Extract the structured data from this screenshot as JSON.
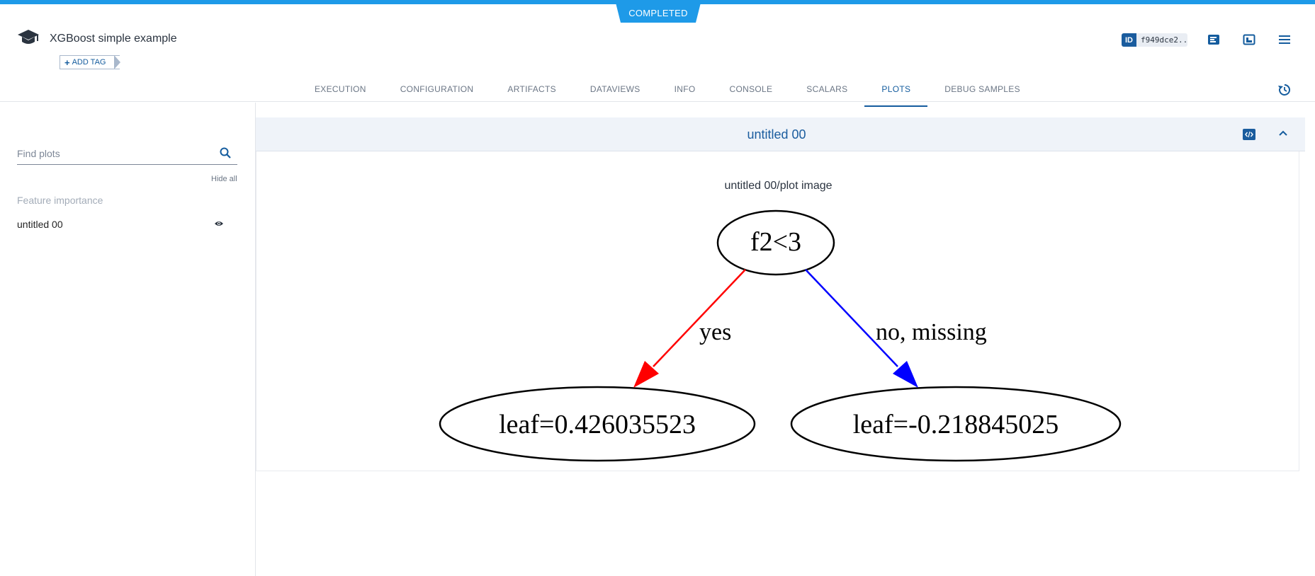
{
  "status": {
    "label": "COMPLETED",
    "color": "#1e9ae8"
  },
  "task": {
    "title": "XGBoost simple example",
    "add_tag_label": "ADD TAG",
    "id_label": "ID",
    "id_value": "f949dce2..."
  },
  "icons": {
    "task_type": "graduation-cap-icon",
    "info_panel": "details-panel-icon",
    "layout": "layout-toggle-icon",
    "menu": "hamburger-menu-icon",
    "refresh": "auto-refresh-icon",
    "search": "search-icon",
    "visibility": "eye-icon",
    "code": "code-icon",
    "collapse": "chevron-up-icon"
  },
  "tabs": [
    {
      "label": "EXECUTION"
    },
    {
      "label": "CONFIGURATION"
    },
    {
      "label": "ARTIFACTS"
    },
    {
      "label": "DATAVIEWS"
    },
    {
      "label": "INFO"
    },
    {
      "label": "CONSOLE"
    },
    {
      "label": "SCALARS"
    },
    {
      "label": "PLOTS",
      "active": true
    },
    {
      "label": "DEBUG SAMPLES"
    }
  ],
  "sidebar": {
    "search_placeholder": "Find plots",
    "hide_all_label": "Hide all",
    "group_label": "Feature importance",
    "items": [
      {
        "label": "untitled 00"
      }
    ]
  },
  "plot": {
    "title": "untitled 00",
    "subtitle": "untitled 00/plot image",
    "tree": {
      "root": "f2<3",
      "left_leaf": "leaf=0.426035523",
      "right_leaf": "leaf=-0.218845025",
      "yes_label": "yes",
      "no_label": "no, missing",
      "yes_color": "#ff0000",
      "no_color": "#0000ff"
    }
  },
  "accent_color": "#145c9e"
}
